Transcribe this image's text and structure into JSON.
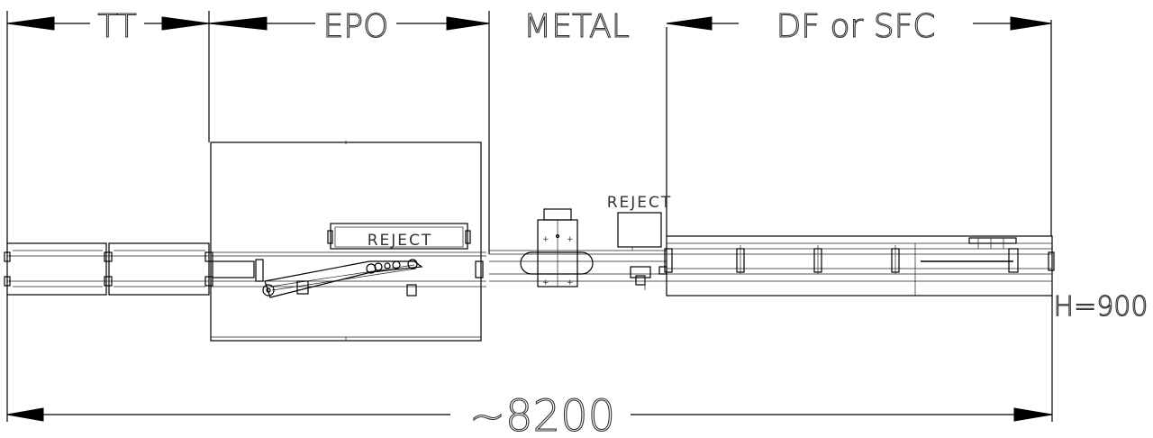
{
  "sections": {
    "tt": "TT",
    "epo": "EPO",
    "metal": "METAL",
    "dfsfc": "DF or SFC"
  },
  "labels": {
    "reject_1": "REJECT",
    "reject_2": "REJECT",
    "height": "H=900",
    "total_length": "~8200"
  },
  "colors": {
    "line": "#000000",
    "background": "#ffffff"
  }
}
